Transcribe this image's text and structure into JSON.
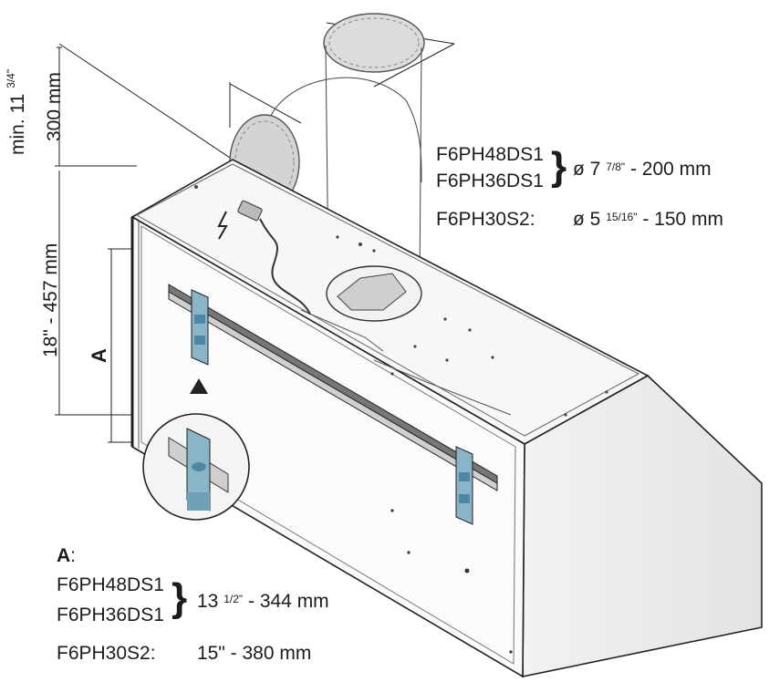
{
  "dimensions": {
    "min_label": "min. 11",
    "min_frac": "3/4\"",
    "min_mm": "300 mm",
    "height": "18\" - 457 mm",
    "a": "A"
  },
  "duct": {
    "group": [
      {
        "model": "F6PH48DS1"
      },
      {
        "model": "F6PH36DS1"
      }
    ],
    "group_prefix": "ø 7",
    "group_frac": "7/8\"",
    "group_suffix": " - 200 mm",
    "single_model": "F6PH30S2:",
    "single_prefix": "ø 5",
    "single_frac": "15/16\"",
    "single_suffix": " - 150 mm"
  },
  "a_table": {
    "title": "A",
    "title_colon": ":",
    "group": [
      {
        "model": "F6PH48DS1"
      },
      {
        "model": "F6PH36DS1"
      }
    ],
    "group_prefix": "13",
    "group_frac": "1/2\"",
    "group_suffix": " - 344 mm",
    "single_model": "F6PH30S2:",
    "single_value": "15\" - 380 mm"
  }
}
